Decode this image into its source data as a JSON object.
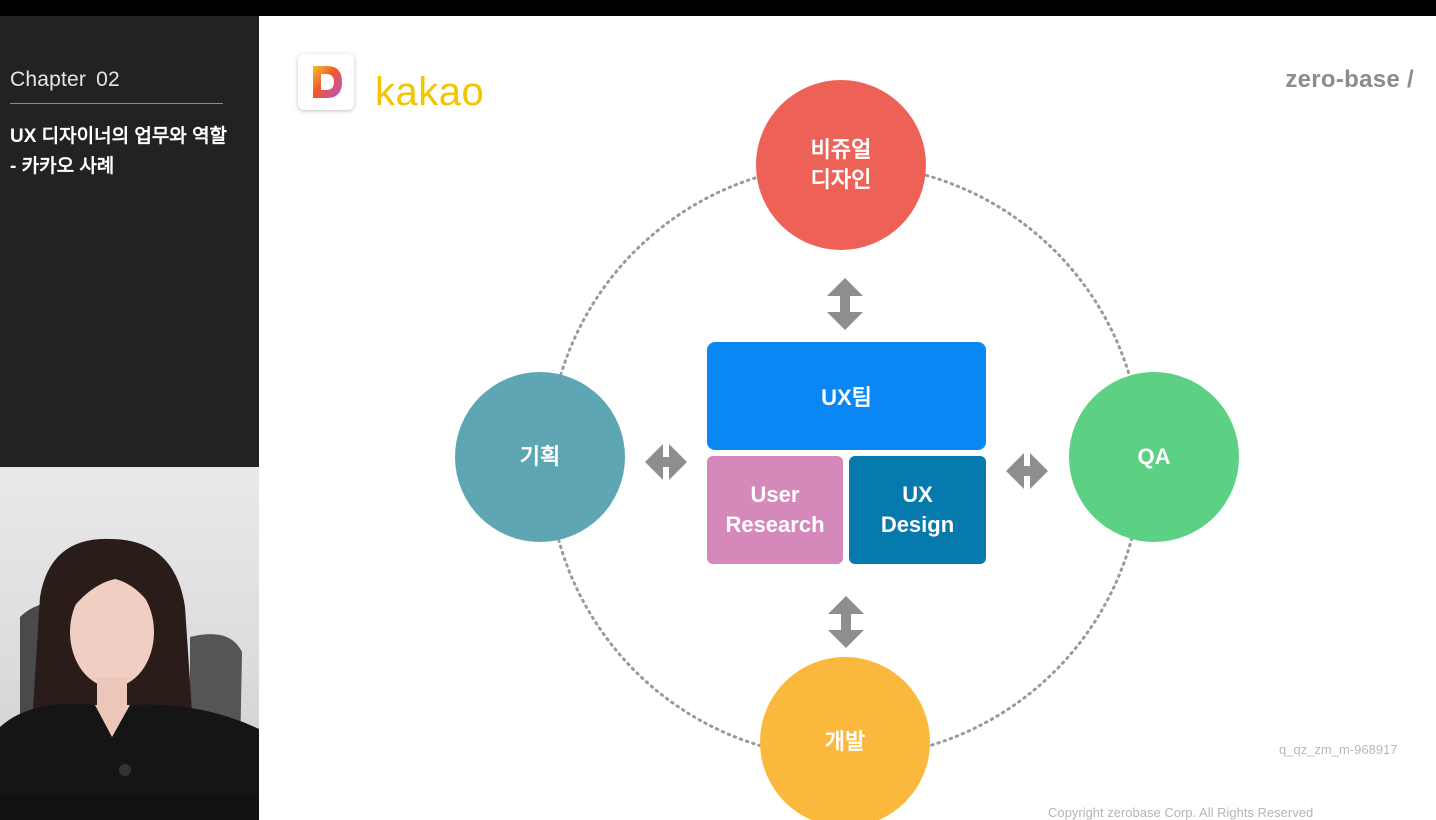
{
  "sidebar": {
    "chapter_label": "Chapter",
    "chapter_number": "02",
    "lecture_title": "UX 디자이너의 업무와 역할",
    "lecture_subtitle": "-  카카오 사례"
  },
  "slide": {
    "logo_letter": "D",
    "brand": "kakao",
    "zerobase_brand": "zero-base /",
    "watermark": "q_qz_zm_m-968917",
    "copyright": "Copyright zerobase Corp. All Rights Reserved",
    "nodes": {
      "visual_design": "비쥬얼\n디자인",
      "planning": "기획",
      "qa": "QA",
      "development": "개발"
    },
    "center": {
      "ux_team": "UX팀",
      "user_research": "User\nResearch",
      "ux_design": "UX\nDesign"
    },
    "colors": {
      "brand_yellow": "#f2c500",
      "visual_design": "#ee6157",
      "planning": "#5ea6b3",
      "qa": "#5cd083",
      "development": "#fab93c",
      "ux_team": "#0a87f5",
      "user_research": "#d589bb",
      "ux_design": "#0679ad",
      "arrow": "#8e8e8e"
    }
  }
}
